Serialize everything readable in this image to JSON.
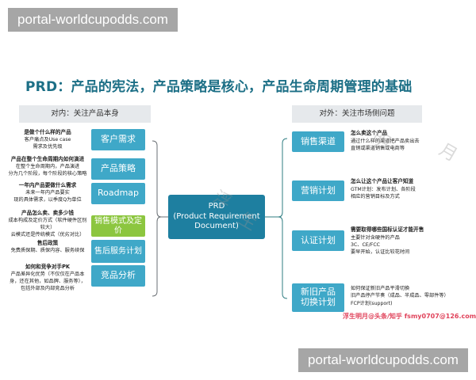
{
  "watermarks": {
    "top": "portal-worldcupodds.com",
    "bottom": "portal-worldcupodds.com",
    "diagonal": [
      "浮",
      "生",
      "明",
      "月"
    ]
  },
  "title": "PRD：产品的宪法，产品策略是核心，产品生命周期管理的基础",
  "left_panel": {
    "header": "对内：关注产品本身",
    "items": [
      {
        "box": "客户需求",
        "color": "#3fa8c8",
        "desc_title": "是做个什么样的产品",
        "desc_lines": [
          "客户痛点及Use case",
          "需求及优先级"
        ]
      },
      {
        "box": "产品策略",
        "color": "#3fa8c8",
        "desc_title": "产品在整个生命周期内如何演进",
        "desc_lines": [
          "在整个生命周期内，产品演进",
          "分为几个阶段，每个阶段的核心策略"
        ]
      },
      {
        "box": "Roadmap",
        "color": "#3fa8c8",
        "desc_title": "一年内产品要做什么需求",
        "desc_lines": [
          "未来一年内产品要实",
          "现的具体需求，以季度Q为单位"
        ]
      },
      {
        "box": "销售模式及定价",
        "color": "#8cc63f",
        "desc_title": "产品怎么卖、卖多少钱",
        "desc_lines": [
          "成本构成及定价方式（软件硬件区别较大）",
          "云模式还是传统模式（优劣对比）"
        ]
      },
      {
        "box": "售后服务计划",
        "color": "#3fa8c8",
        "desc_title": "售后政策",
        "desc_lines": [
          "免费质保期、质保内容、服务续保"
        ]
      },
      {
        "box": "竞品分析",
        "color": "#3fa8c8",
        "desc_title": "如何和竞争对手PK",
        "desc_lines": [
          "产品差异化优势（不仅仅在产品本身，还在其他，如品牌、服务等），",
          "包括外部及内部竞品分析"
        ]
      }
    ]
  },
  "center": {
    "line1": "PRD",
    "line2": "(Product Requirement",
    "line3": "Document)",
    "color": "#1e7fa0"
  },
  "right_panel": {
    "header": "对外：关注市场侧问题",
    "items": [
      {
        "box": "销售渠道",
        "desc_title": "怎么卖这个产品",
        "desc_lines": [
          "通过什么样的渠道把产品卖出去",
          "直销或渠道销售或电商等"
        ]
      },
      {
        "box": "营销计划",
        "desc_title": "怎么让这个产品让客户知道",
        "desc_lines": [
          "GTM计划：发布计划、各阶段",
          "相应的营销目标及方式"
        ]
      },
      {
        "box": "认证计划",
        "desc_title": "需要取得哪些国标认证才能开售",
        "desc_lines": [
          "主要针对含硬件的产品",
          "3C、CE/FCC",
          "要早开始，认证比较花时间"
        ]
      },
      {
        "box": "新旧产品切换计划",
        "desc_title": "",
        "desc_lines": [
          "如何保证新旧产品平滑切换",
          "旧产品停产节奏（成品、半成品、零部件等）",
          "FCP计划(support)"
        ]
      }
    ]
  },
  "credit": "浮生明月@头条/知乎  fsmy0707@126.com",
  "colors": {
    "title": "#1c6f86",
    "box_blue": "#3fa8c8",
    "box_green": "#8cc63f",
    "center": "#1e7fa0",
    "header_bg": "#e6e9ec",
    "credit": "#e0425a",
    "watermark_bg": "#a6a6a6"
  }
}
